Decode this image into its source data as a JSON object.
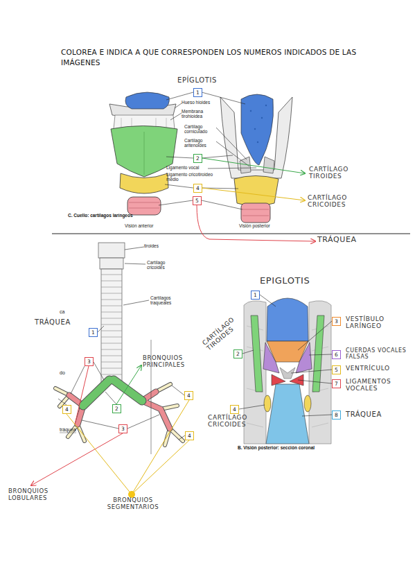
{
  "diagram": {
    "title": "COLOREA E INDICA A QUE CORRESPONDEN LOS NUMEROS INDICADOS DE LAS IMÁGENES",
    "nodes": [
      {
        "text": [
          "1"
        ]
      },
      {
        "text": [
          "2"
        ]
      },
      {
        "text": [
          "4"
        ]
      },
      {
        "text": [
          "5"
        ]
      },
      {
        "text": [
          "1"
        ]
      },
      {
        "text": [
          "3"
        ]
      },
      {
        "text": [
          "2"
        ]
      },
      {
        "text": [
          "4"
        ]
      },
      {
        "text": [
          "4"
        ]
      },
      {
        "text": [
          "3"
        ]
      },
      {
        "text": [
          "4"
        ]
      },
      {
        "text": [
          "1"
        ]
      },
      {
        "text": [
          "3"
        ]
      },
      {
        "text": [
          "2"
        ]
      },
      {
        "text": [
          "6"
        ]
      },
      {
        "text": [
          "5"
        ]
      },
      {
        "text": [
          "7"
        ]
      },
      {
        "text": [
          "4"
        ]
      },
      {
        "text": [
          "8"
        ]
      }
    ],
    "labels": [
      "Hueso hioides",
      "Membrana tirohioidea",
      "Cartílago corniculado",
      "Cartílago aritenoides",
      "Ligamento vocal",
      "Ligamento cricotiroideo medio",
      "C. Cuello: cartílagos laríngeos",
      "Visión anterior",
      "Visión posterior",
      "EPÍGLOTIS",
      "CARTÍLAGO TIROIDES",
      "CARTÍLAGO CRICOIDES",
      "TRÁQUEA",
      "tiroides",
      "Cartílago cricoides",
      "Cartílagos traqueales",
      "ca",
      "do",
      "tráquea",
      "TRÁQUEA",
      "BRONQUIOS PRINCIPALES",
      "BRONQUIOS LOBULARES",
      "BRONQUIOS SEGMENTARIOS",
      "EPIGLOTIS",
      "VESTÍBULO LARÍNGEO",
      "CARTÍLAGO TIROIDES",
      "CUERDAS VOCALES FALSAS",
      "VENTRÍCULO",
      "LIGAMENTOS VOCALES",
      "TRÁQUEA",
      "CARTÍLAGO CRICOIDES",
      "B. Visión posterior: sección coronal"
    ]
  }
}
